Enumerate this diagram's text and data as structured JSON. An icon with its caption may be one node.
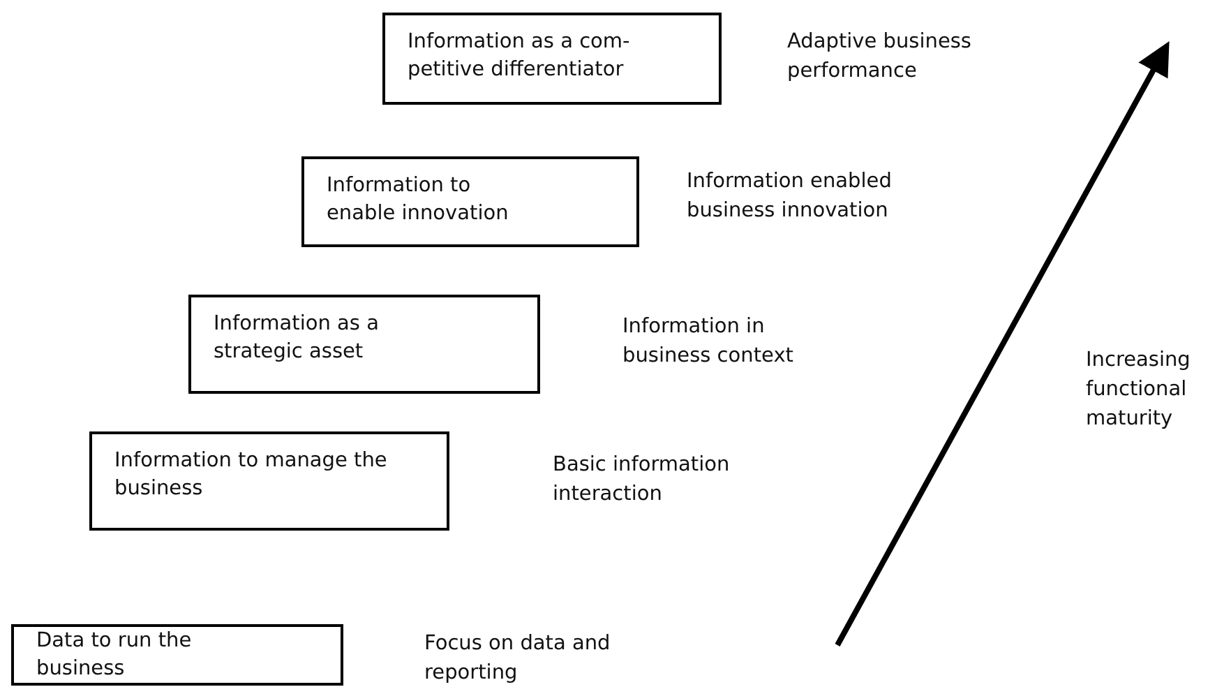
{
  "diagram": {
    "nodes": [
      {
        "text": [
          "Information as a com- petitive differentiator"
        ]
      },
      {
        "text": [
          "Information to enable innovation"
        ]
      },
      {
        "text": [
          "Information as a strategic asset"
        ]
      },
      {
        "text": [
          "Information to manage the business"
        ]
      },
      {
        "text": [
          "Data to run the business"
        ]
      }
    ],
    "labels": [
      "Adaptive business performance",
      "Information enabled business innovation",
      "Information in business context",
      "Increasing functional maturity",
      "Basic information interaction",
      "Focus on data and reporting"
    ]
  }
}
